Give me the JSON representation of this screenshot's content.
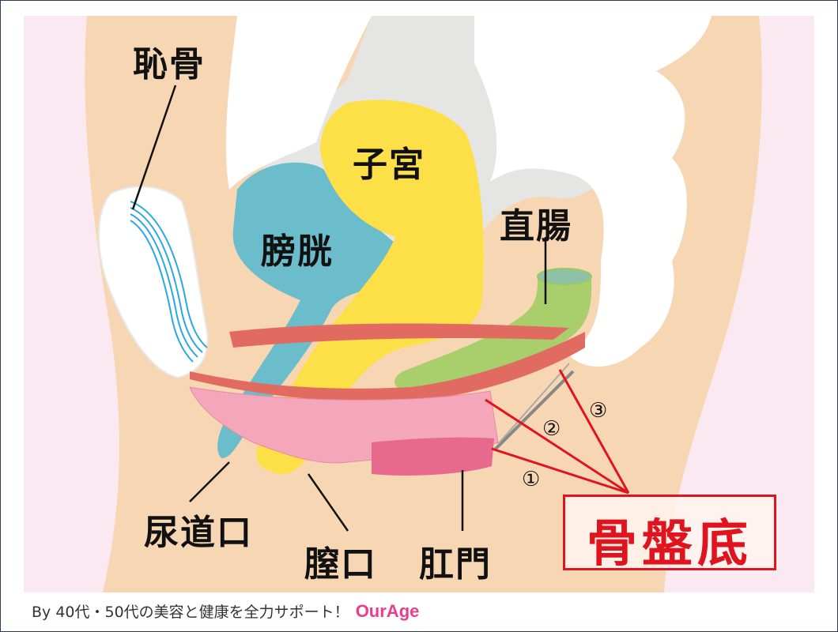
{
  "labels": {
    "pubic_bone": "恥骨",
    "uterus": "子宮",
    "bladder": "膀胱",
    "rectum": "直腸",
    "urethral_opening": "尿道口",
    "vaginal_opening": "膣口",
    "anus": "肛門",
    "pelvic_floor": "骨盤底"
  },
  "markers": [
    "①",
    "②",
    "③"
  ],
  "footer": {
    "text": "By 40代・50代の美容と健康を全力サポート！",
    "brand": "OurAge"
  },
  "colors": {
    "accent": "#e0141e",
    "brand": "#ec3c8f",
    "bladder": "#6bbdcc",
    "uterus": "#fde047",
    "rectum": "#a8cf6c"
  }
}
